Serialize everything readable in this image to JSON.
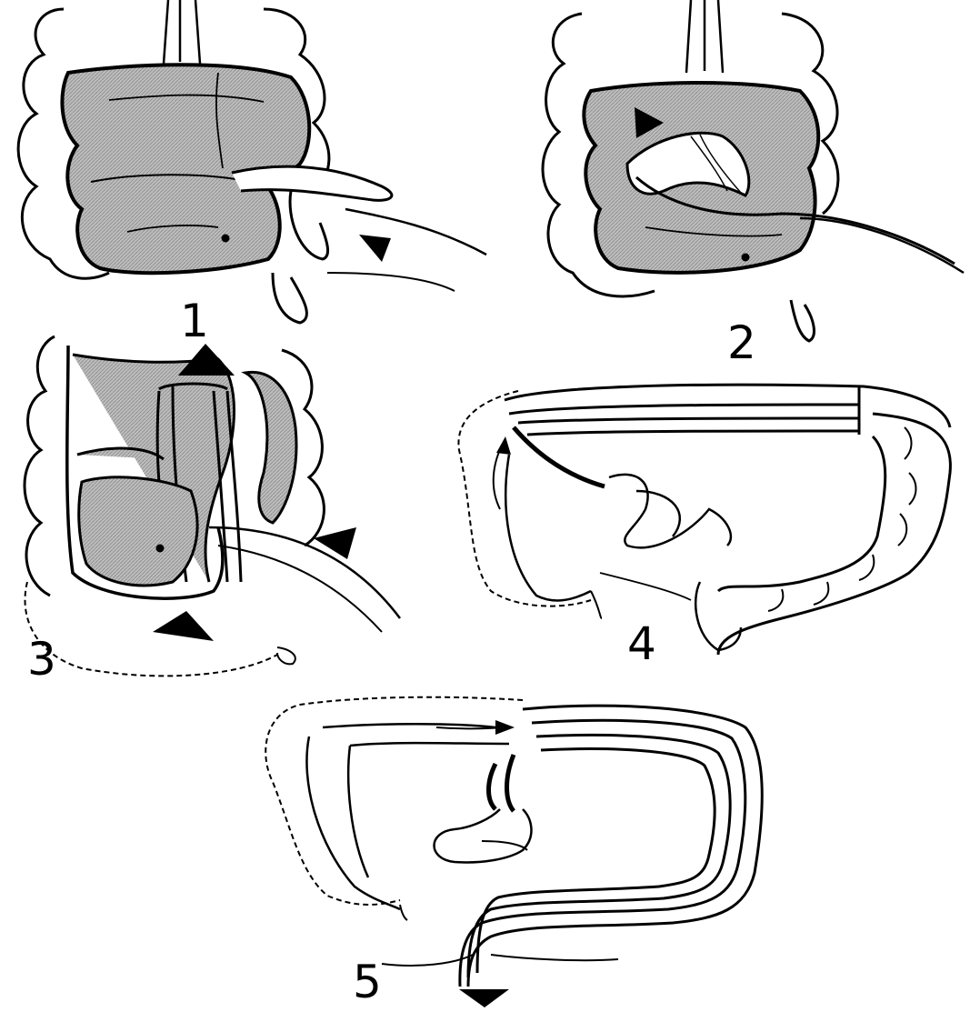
{
  "figure": {
    "stages": [
      {
        "label": "1"
      },
      {
        "label": "2"
      },
      {
        "label": "3"
      },
      {
        "label": "4"
      },
      {
        "label": "5"
      }
    ],
    "colors": {
      "ink": "#000000",
      "shaded": "#b8b8b8",
      "background": "#ffffff"
    }
  }
}
